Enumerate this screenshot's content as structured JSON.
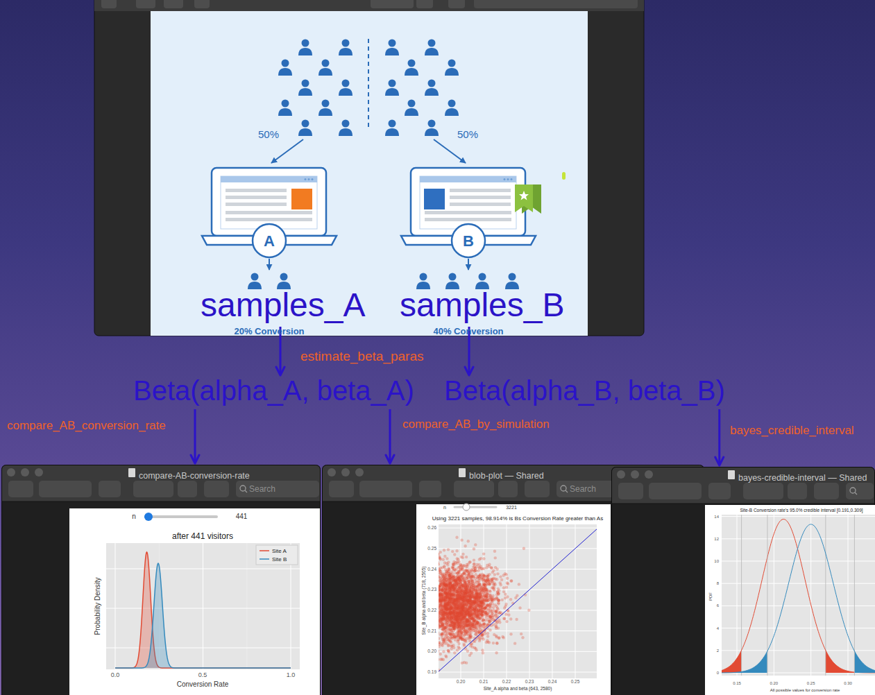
{
  "diagram": {
    "nodes": [
      {
        "text": [
          "samples_A"
        ]
      },
      {
        "text": [
          "samples_B"
        ]
      },
      {
        "text": [
          "Beta(alpha_A, beta_A)"
        ]
      },
      {
        "text": [
          "Beta(alpha_B, beta_B)"
        ]
      },
      {
        "text": [
          "compare-AB-conversion-rate"
        ]
      },
      {
        "text": [
          "blob-plot — Shared"
        ]
      },
      {
        "text": [
          "bayes-credible-interval — Shared"
        ]
      }
    ],
    "edges": [
      {
        "from": 0,
        "to": 2,
        "arrow": "to",
        "label": "estimate_beta_paras"
      },
      {
        "from": 1,
        "to": 3,
        "arrow": "to"
      },
      {
        "from": 2,
        "to": 4,
        "arrow": "to",
        "label": "compare_AB_conversion_rate"
      },
      {
        "from": 2,
        "to": 5,
        "arrow": "to",
        "label": "compare_AB_by_simulation"
      },
      {
        "from": 3,
        "to": 6,
        "arrow": "to",
        "label": "bayes_credible_interval"
      }
    ],
    "labels": [
      "50%",
      "50%",
      "A",
      "B",
      "20% Conversion",
      "40% Conversion",
      "Search",
      "Search",
      "n",
      "441",
      "after 441 visitors",
      "Probability Density",
      "0.0",
      "0.5",
      "1.0",
      "Conversion Rate",
      "n",
      "3221",
      "Using 3221 samples, 98.914% is Bs Conversion Rate greater than As",
      "0.26",
      "0.25",
      "0.24",
      "0.23",
      "0.22",
      "0.21",
      "0.20",
      "0.19",
      "0.20",
      "0.21",
      "0.22",
      "0.23",
      "0.24",
      "0.25",
      "Site_B alpha and beta (718, 2505)",
      "Site_A alpha and beta (643, 2580)",
      "Site-B Conversion rate's 95.0% credible interval [0.191,0.309]",
      "0",
      "2",
      "4",
      "6",
      "8",
      "10",
      "12",
      "14",
      "PDF",
      "0.15",
      "0.20",
      "0.25",
      "0.30",
      "All possible values for conversion rate"
    ],
    "legend": [
      {
        "text": "Site A"
      },
      {
        "text": "Site B"
      }
    ]
  }
}
